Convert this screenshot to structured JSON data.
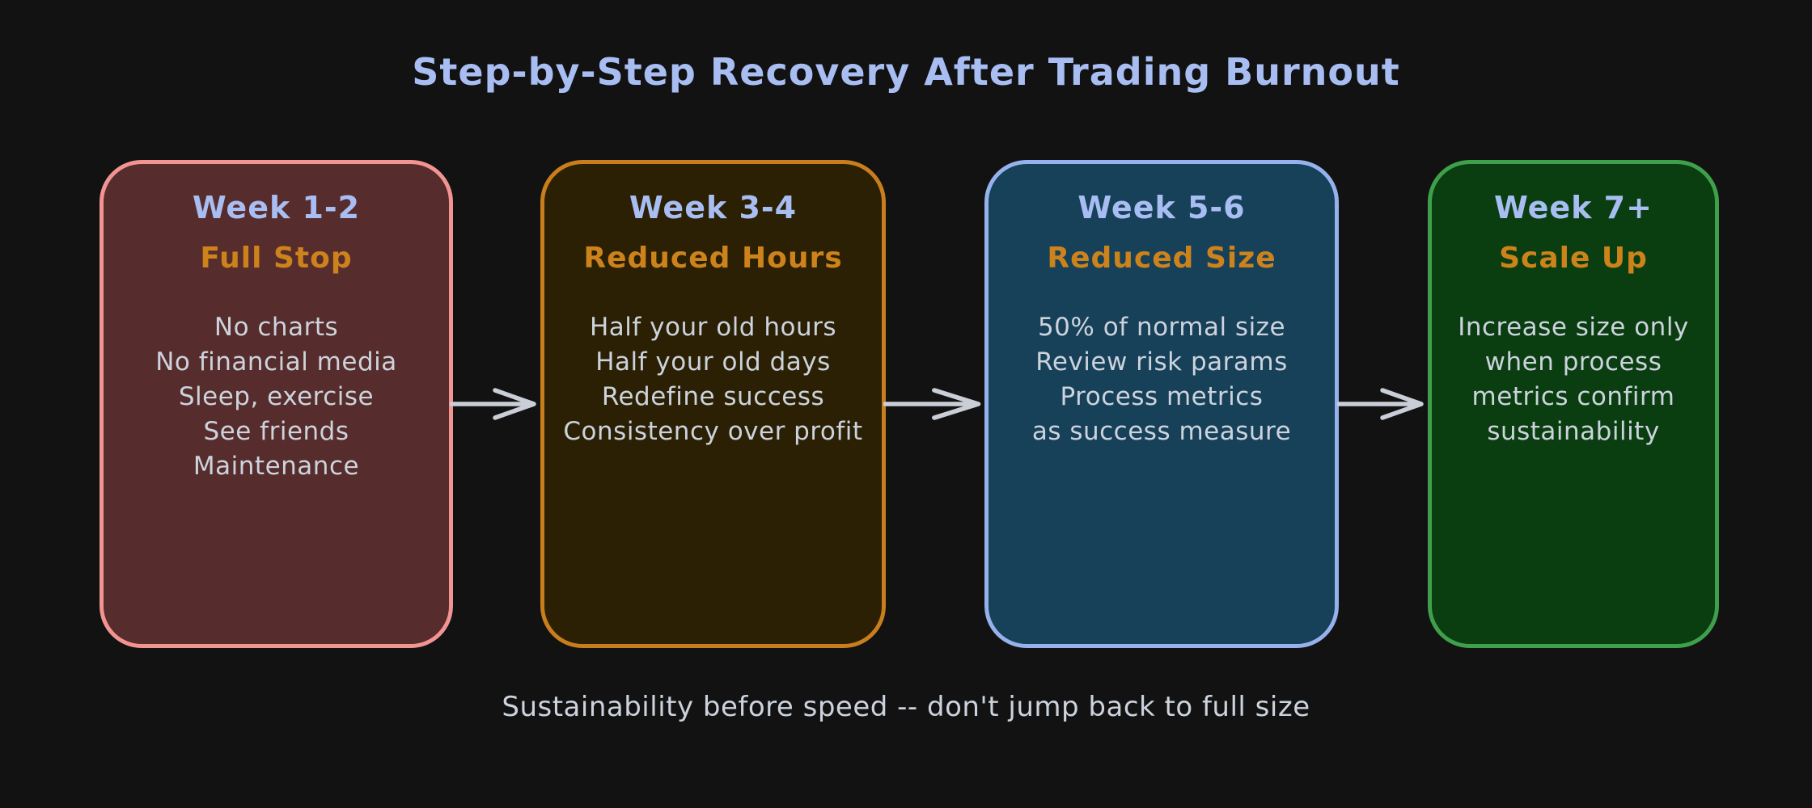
{
  "title": "Step-by-Step Recovery After Trading Burnout",
  "caption": "Sustainability before speed -- don't jump back to full size",
  "colors": {
    "background": "#121212",
    "title_text": "#a8bdf2",
    "week_text": "#a8bdf2",
    "subtitle_text": "#cd831c",
    "body_text": "#ccd3dc",
    "arrow": "#c9ced7"
  },
  "steps": [
    {
      "week": "Week 1-2",
      "subtitle": "Full Stop",
      "lines": [
        "No charts",
        "No financial media",
        "Sleep, exercise",
        "See friends",
        "Maintenance"
      ],
      "bg_color": "#572c2c",
      "border_color": "#f29492"
    },
    {
      "week": "Week 3-4",
      "subtitle": "Reduced Hours",
      "lines": [
        "Half your old hours",
        "Half your old days",
        "Redefine success",
        "Consistency over profit"
      ],
      "bg_color": "#2b2004",
      "border_color": "#c87e1d"
    },
    {
      "week": "Week 5-6",
      "subtitle": "Reduced Size",
      "lines": [
        "50% of normal size",
        "Review risk params",
        "Process metrics",
        "as success measure"
      ],
      "bg_color": "#174059",
      "border_color": "#95b2ec"
    },
    {
      "week": "Week 7+",
      "subtitle": "Scale Up",
      "lines": [
        "Increase size only",
        "when process",
        "metrics confirm",
        "sustainability"
      ],
      "bg_color": "#0a3e10",
      "border_color": "#3fa04c"
    }
  ]
}
